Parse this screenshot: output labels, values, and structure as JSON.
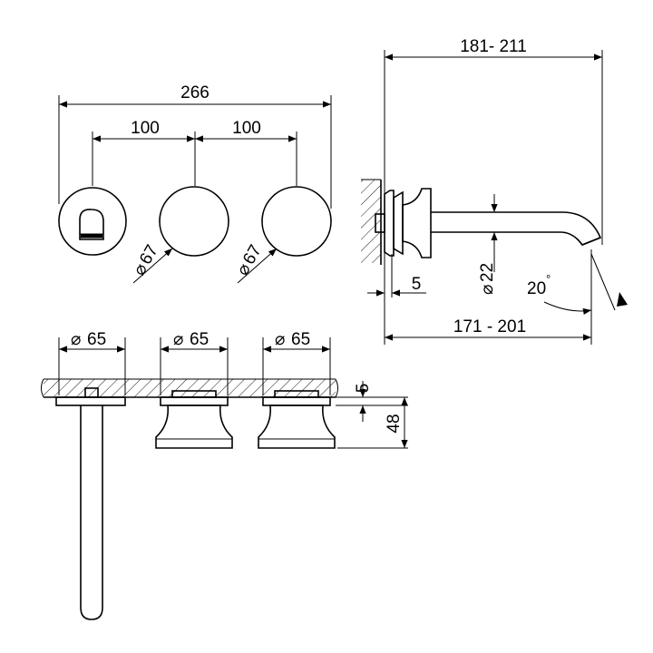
{
  "drawing": {
    "top_view": {
      "overall_width": "266",
      "spacing_left": "100",
      "spacing_right": "100",
      "rosette_dia_left": "67",
      "rosette_dia_right": "67"
    },
    "side_view": {
      "projection_range": "181- 211",
      "spout_range": "171 - 201",
      "wall_offset": "5",
      "spout_dia": "22",
      "angle": "20"
    },
    "bottom_view": {
      "plate_dia_1": "65",
      "plate_dia_2": "65",
      "plate_dia_3": "65",
      "plate_thickness": "5",
      "handle_height": "48"
    },
    "symbols": {
      "diameter": "⌀",
      "degree": "°"
    }
  }
}
